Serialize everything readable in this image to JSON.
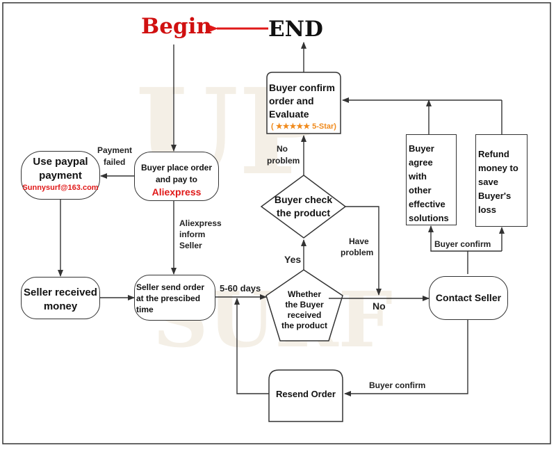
{
  "title": {
    "begin": "Begin",
    "end": "END"
  },
  "watermark": {
    "top": "UP",
    "bottom": "SURF"
  },
  "colors": {
    "begin_red": "#d01010",
    "star_orange": "#f08a1c",
    "link_red": "#e01818",
    "line": "#333333"
  },
  "nodes": {
    "paypal": {
      "line1": "Use paypal",
      "line2": "payment",
      "email": "Sunnysurf@163.com"
    },
    "place_order": {
      "line1": "Buyer place order",
      "line2": "and pay to",
      "line3": "Aliexpress"
    },
    "seller_received": {
      "line1": "Seller received",
      "line2": "money"
    },
    "seller_send": {
      "line1": "Seller send order",
      "line2": "at the prescibed",
      "line3": "time"
    },
    "whether_received": {
      "line1": "Whether",
      "line2": "the Buyer",
      "line3": "received",
      "line4": "the product"
    },
    "buyer_check": {
      "line1": "Buyer check",
      "line2": "the product"
    },
    "confirm_evaluate": {
      "line1": "Buyer confirm",
      "line2": "order and",
      "line3": "Evaluate",
      "stars": "( ★★★★★ 5-Star)"
    },
    "agree": {
      "line1": "Buyer",
      "line2": "agree",
      "line3": "with",
      "line4": "other",
      "line5": "effective",
      "line6": "solutions"
    },
    "refund": {
      "line1": "Refund",
      "line2": "money to",
      "line3": "save",
      "line4": "Buyer's",
      "line5": "loss"
    },
    "contact_seller": {
      "label": "Contact Seller"
    },
    "resend": {
      "label": "Resend Order"
    }
  },
  "edge_labels": {
    "payment_failed": {
      "line1": "Payment",
      "line2": "failed"
    },
    "inform": {
      "line1": "Aliexpress",
      "line2": "inform",
      "line3": "Seller"
    },
    "days": "5-60 days",
    "no_problem": {
      "line1": "No",
      "line2": "problem"
    },
    "yes": "Yes",
    "have_problem": {
      "line1": "Have",
      "line2": "problem"
    },
    "no": "No",
    "buyer_confirm_top": "Buyer confirm",
    "buyer_confirm_bottom": "Buyer confirm"
  }
}
